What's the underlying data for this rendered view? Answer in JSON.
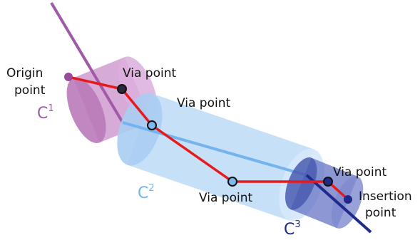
{
  "colors": {
    "cylinder_1": "#c98fc9",
    "cylinder_2": "#b8d8f5",
    "cylinder_3": "#5b6bc0",
    "segment_1": "#a05aa8",
    "segment_2": "#74b4ee",
    "segment_3": "#1f2a8a",
    "path": "#e8191b",
    "origin": "#9a4a9a",
    "via_fill": "#7fb8ee",
    "insertion": "#1f2a8a"
  },
  "labels": {
    "origin_line1": "Origin",
    "origin_line2": "point",
    "via_1": "Via point",
    "via_2": "Via point",
    "via_3": "Via point",
    "via_4": "Via point",
    "insertion_line1": "Insertion",
    "insertion_line2": "point"
  },
  "cylinders": {
    "c1": {
      "letter": "C",
      "superscript": "1"
    },
    "c2": {
      "letter": "C",
      "superscript": "2"
    },
    "c3": {
      "letter": "C",
      "superscript": "3"
    }
  }
}
